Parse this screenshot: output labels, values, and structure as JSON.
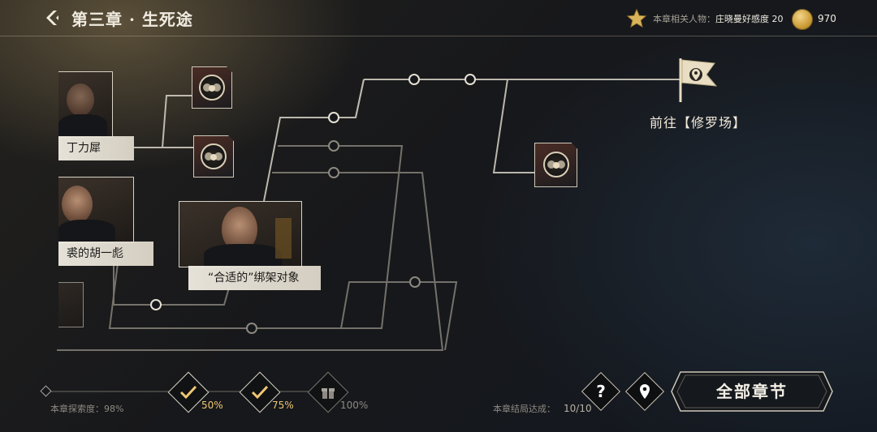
{
  "header": {
    "chapter_title": "第三章 · 生死途",
    "related_label": "本章相关人物：",
    "related_value": "庄晓曼好感度 20",
    "coins": "970"
  },
  "map": {
    "nodes": [
      {
        "type": "character",
        "name": "丁力犀"
      },
      {
        "type": "character",
        "name": "裘的胡一彪"
      },
      {
        "type": "character",
        "name": "“合适的”绑架对象"
      }
    ],
    "destination": "前往【修罗场】"
  },
  "progress": {
    "explore_label": "本章探索度：",
    "explore_value": "98%",
    "milestones": [
      {
        "label": "50%",
        "icon": "check-icon",
        "achieved": true
      },
      {
        "label": "75%",
        "icon": "check-icon",
        "achieved": true
      },
      {
        "label": "100%",
        "icon": "gift-icon",
        "achieved": false
      }
    ],
    "ending_label": "本章结局达成：",
    "ending_value": "10/10"
  },
  "buttons": {
    "help_icon": "?",
    "all_chapters": "全部章节"
  },
  "colors": {
    "accent_gold": "#f0c772",
    "line": "#d8d3c6"
  }
}
